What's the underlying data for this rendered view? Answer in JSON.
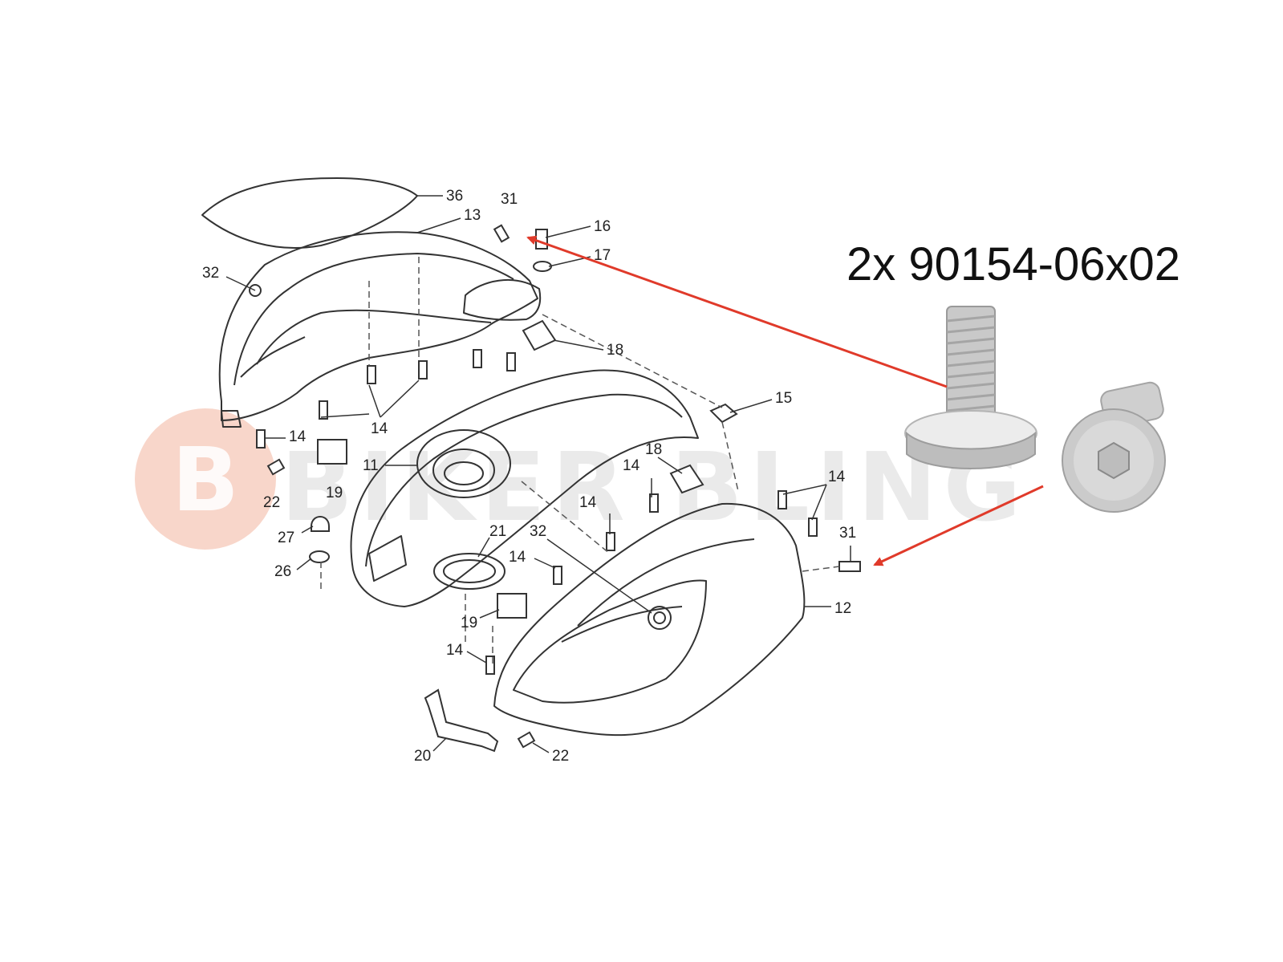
{
  "headline": "2x 90154-06x02",
  "watermark": {
    "text": "BIKER BLING",
    "logo_color": "#f6c8b8",
    "text_color": "#e3e3e3"
  },
  "colors": {
    "line_art": "#333333",
    "arrow": "#e03a2a",
    "bolt_metal": "#c8c8c8"
  },
  "callouts": {
    "c36": "36",
    "c31_top": "31",
    "c13": "13",
    "c16": "16",
    "c17": "17",
    "c32_left": "32",
    "c18_top": "18",
    "c15": "15",
    "c14_a": "14",
    "c14_b": "14",
    "c19_left": "19",
    "c11": "11",
    "c22_left": "22",
    "c18_mid": "18",
    "c14_c": "14",
    "c14_d": "14",
    "c14_e": "14",
    "c27": "27",
    "c21": "21",
    "c32_mid": "32",
    "c31_right": "31",
    "c26": "26",
    "c14_f": "14",
    "c12": "12",
    "c19_mid": "19",
    "c14_g": "14",
    "c20": "20",
    "c22_bottom": "22"
  }
}
